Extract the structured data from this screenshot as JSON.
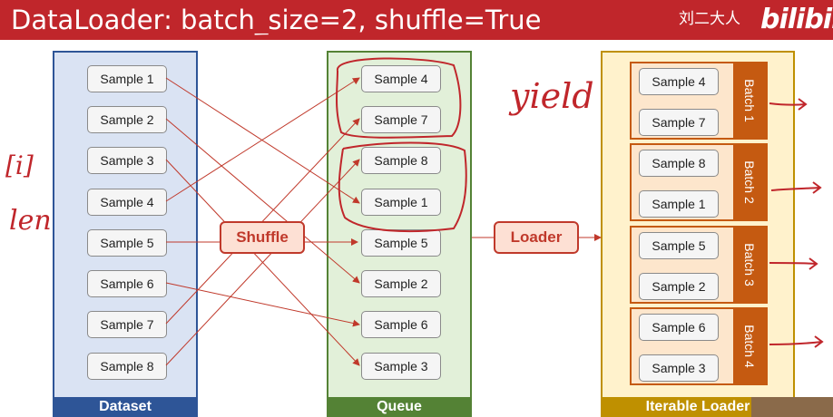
{
  "title": "DataLoader: batch_size=2, shuffle=True",
  "author": "刘二大人",
  "logo": "bilibili",
  "colors": {
    "title_bg": "#c0262b",
    "dataset": "#2e5597",
    "queue": "#548235",
    "loader": "#bf9000",
    "batch": "#c55a11",
    "accent": "#c0392b"
  },
  "dataset": {
    "footer": "Dataset",
    "samples": [
      "Sample 1",
      "Sample 2",
      "Sample 3",
      "Sample 4",
      "Sample 5",
      "Sample 6",
      "Sample 7",
      "Sample 8"
    ]
  },
  "shuffle_label": "Shuffle",
  "loader_label": "Loader",
  "queue": {
    "footer": "Queue",
    "samples": [
      "Sample 4",
      "Sample 7",
      "Sample 8",
      "Sample 1",
      "Sample 5",
      "Sample 2",
      "Sample 6",
      "Sample 3"
    ]
  },
  "iterable": {
    "footer": "Iterable Loader",
    "batches": [
      {
        "label": "Batch 1",
        "samples": [
          "Sample 4",
          "Sample 7"
        ]
      },
      {
        "label": "Batch 2",
        "samples": [
          "Sample 8",
          "Sample 1"
        ]
      },
      {
        "label": "Batch 3",
        "samples": [
          "Sample 5",
          "Sample 2"
        ]
      },
      {
        "label": "Batch 4",
        "samples": [
          "Sample 6",
          "Sample 3"
        ]
      }
    ]
  },
  "annotations": {
    "yield": "yield",
    "index": "[i]",
    "len": "len"
  }
}
